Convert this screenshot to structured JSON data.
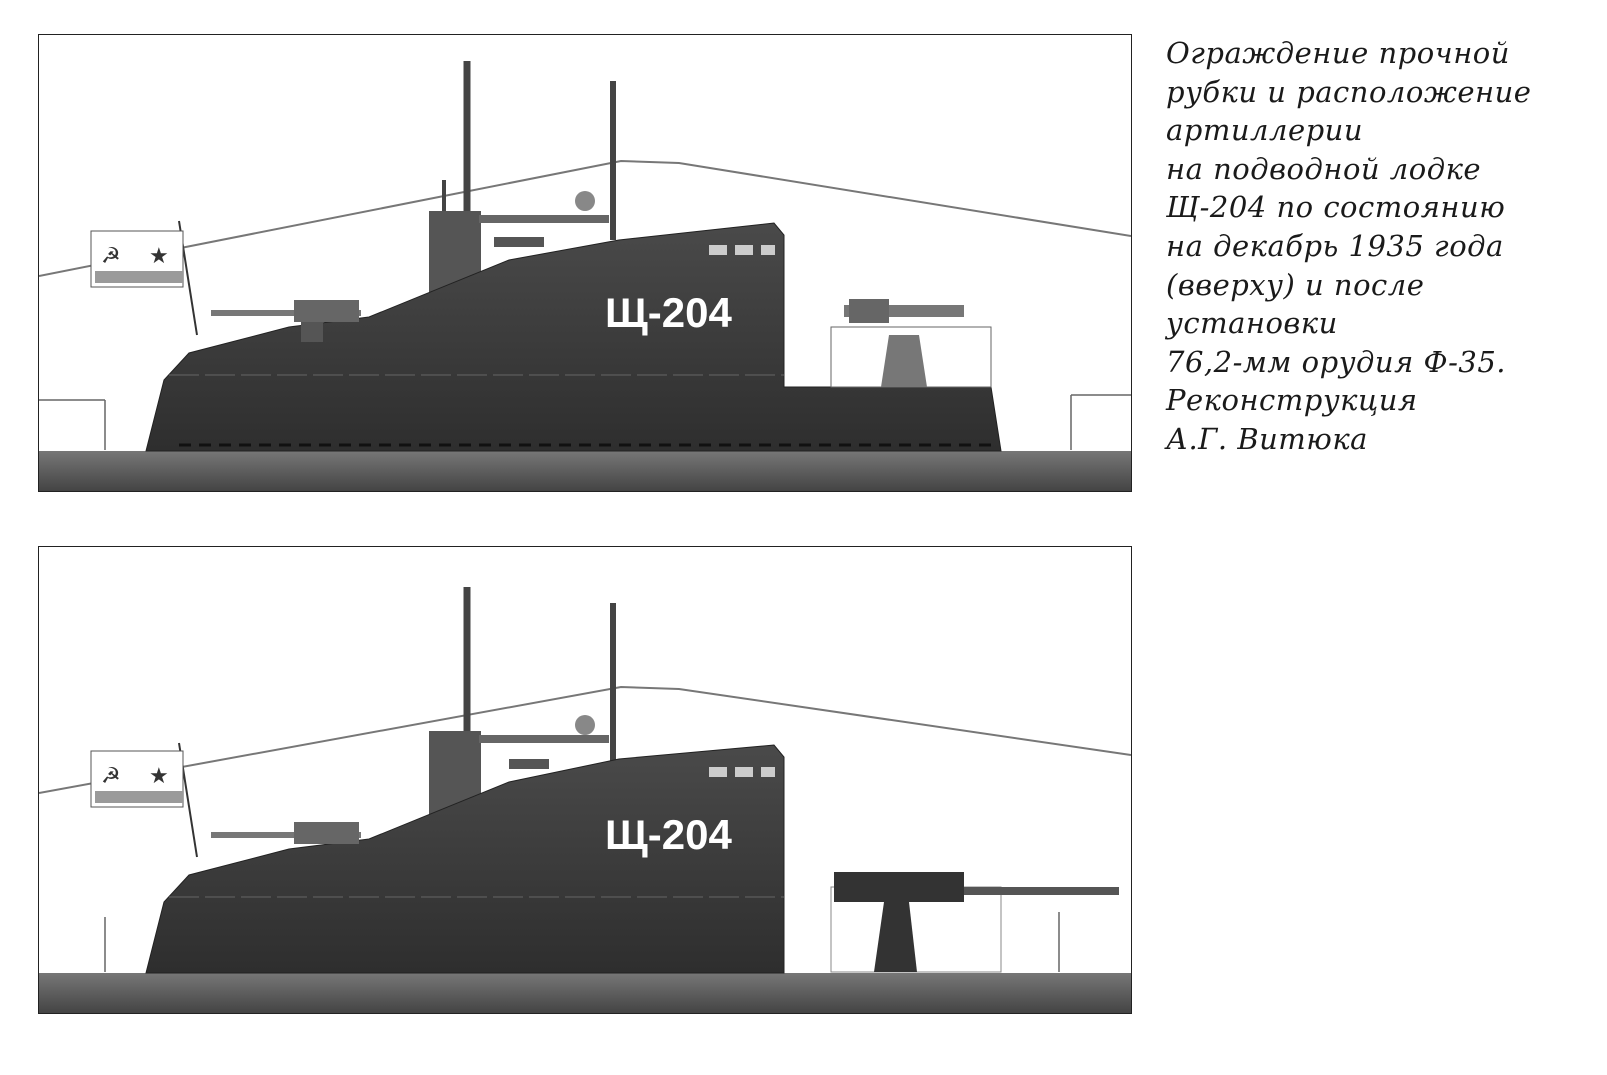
{
  "caption": {
    "lines": [
      "Ограждение прочной",
      "рубки и расположение",
      "артиллерии",
      "на подводной лодке",
      "Щ-204 по состоянию",
      "на декабрь 1935 года",
      "(вверху) и после",
      "установки",
      "76,2-мм орудия Ф-35.",
      "Реконструкция",
      "А.Г. Витюка"
    ]
  },
  "illustrations": {
    "top": {
      "hull_number": "Щ-204"
    },
    "bottom": {
      "hull_number": "Щ-204"
    }
  },
  "colors": {
    "hull": "#3a3a3a",
    "sea": "#5a5a5a",
    "flag_stripe": "#9a9a9a"
  }
}
